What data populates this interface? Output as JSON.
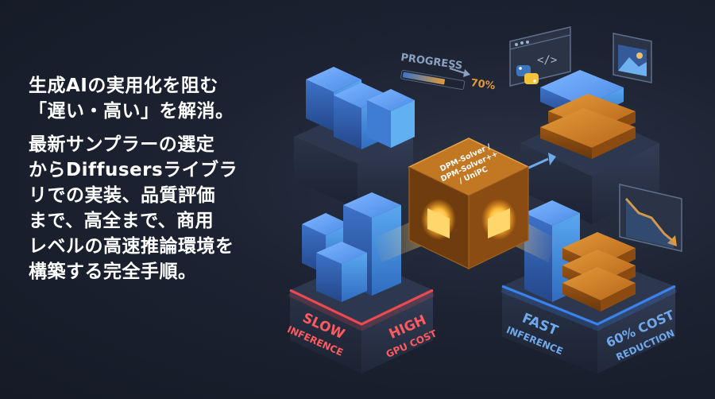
{
  "headline": {
    "line1": "生成AIの実用化を阻む",
    "line2": "「遅い・高い」を解消。",
    "line3": "最新サンプラーの選定",
    "line4": "からDiffusersライブラ",
    "line5": "リでの実装、品質評価",
    "line6": "まで、高全まで、商用",
    "line7": "レベルの高速推論環境を",
    "line8": "構築する完全手順。"
  },
  "progress": {
    "label": "PROGRESS",
    "value_text": "70%",
    "value": 0.7
  },
  "core": {
    "line1": "DPM-Solver /",
    "line2": "DPM-Solver++",
    "line3": "/ UniPC"
  },
  "left_labels": {
    "slow": "SLOW",
    "slow_sub": "INFERENCE",
    "high": "HIGH",
    "high_sub": "GPU COST"
  },
  "right_labels": {
    "fast": "FAST",
    "fast_sub": "INFERENCE",
    "cost": "60% COST",
    "cost_sub": "REDUCTION"
  },
  "colors": {
    "blue": "#3d7fd6",
    "orange": "#c9741a",
    "red_glow": "#e0454a",
    "text": "#ffffff"
  },
  "icons": [
    "code-window-icon",
    "python-logo-icon",
    "image-icon",
    "trend-down-chart-icon",
    "arrow-right-icon"
  ]
}
